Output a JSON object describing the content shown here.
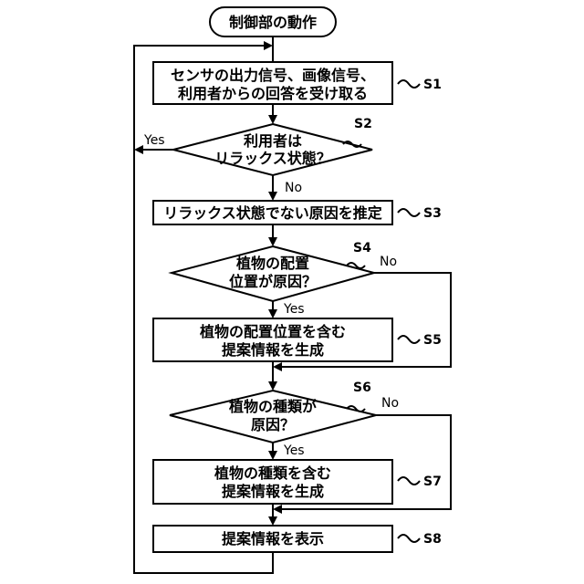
{
  "start": "制御部の動作",
  "steps": {
    "s1": {
      "lines": [
        "センサの出力信号、画像信号、",
        "利用者からの回答を受け取る"
      ],
      "label": "S1"
    },
    "s2": {
      "lines": [
        "利用者は",
        "リラックス状態？"
      ],
      "label": "S2",
      "yes": "Yes",
      "no": "No"
    },
    "s3": {
      "lines": [
        "リラックス状態でない原因を推定"
      ],
      "label": "S3"
    },
    "s4": {
      "lines": [
        "植物の配置",
        "位置が原因？"
      ],
      "label": "S4",
      "yes": "Yes",
      "no": "No"
    },
    "s5": {
      "lines": [
        "植物の配置位置を含む",
        "提案情報を生成"
      ],
      "label": "S5"
    },
    "s6": {
      "lines": [
        "植物の種類が",
        "原因？"
      ],
      "label": "S6",
      "yes": "Yes",
      "no": "No"
    },
    "s7": {
      "lines": [
        "植物の種類を含む",
        "提案情報を生成"
      ],
      "label": "S7"
    },
    "s8": {
      "lines": [
        "提案情報を表示"
      ],
      "label": "S8"
    }
  }
}
